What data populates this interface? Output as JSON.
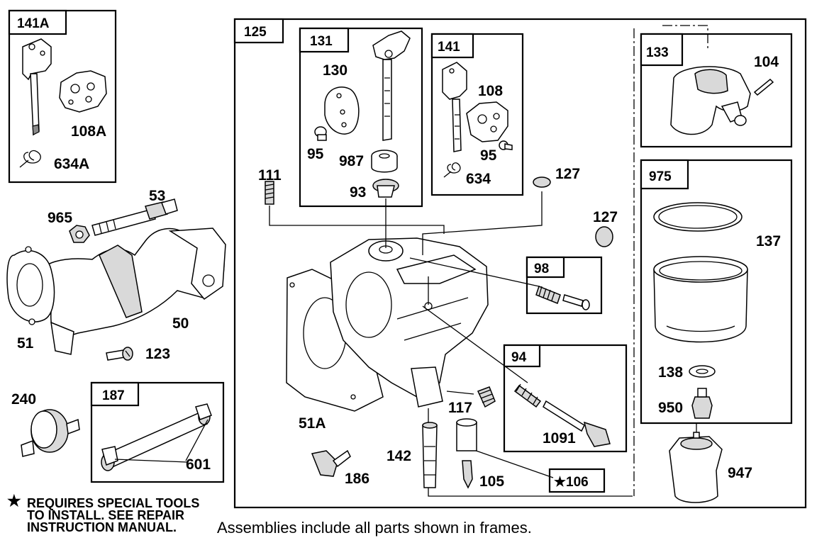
{
  "groups": {
    "g141A": "141A",
    "g125": "125",
    "g131": "131",
    "g141": "141",
    "g133": "133",
    "g975": "975",
    "g98": "98",
    "g94": "94",
    "g187": "187",
    "g106": "★106"
  },
  "labels": {
    "p108A": "108A",
    "p634A": "634A",
    "p53": "53",
    "p965": "965",
    "p50": "50",
    "p51": "51",
    "p123": "123",
    "p240": "240",
    "p601": "601",
    "p130": "130",
    "p95a": "95",
    "p987": "987",
    "p93": "93",
    "p108": "108",
    "p95b": "95",
    "p634": "634",
    "p111": "111",
    "p127a": "127",
    "p127b": "127",
    "p104": "104",
    "p137": "137",
    "p138": "138",
    "p950": "950",
    "p947": "947",
    "p117": "117",
    "p1091": "1091",
    "p51A": "51A",
    "p142": "142",
    "p105": "105",
    "p186": "186"
  },
  "notes": {
    "star": "★",
    "line1": "REQUIRES SPECIAL TOOLS",
    "line2": "TO INSTALL.  SEE REPAIR",
    "line3": "INSTRUCTION MANUAL.",
    "footer": "Assemblies include all parts shown in frames."
  }
}
